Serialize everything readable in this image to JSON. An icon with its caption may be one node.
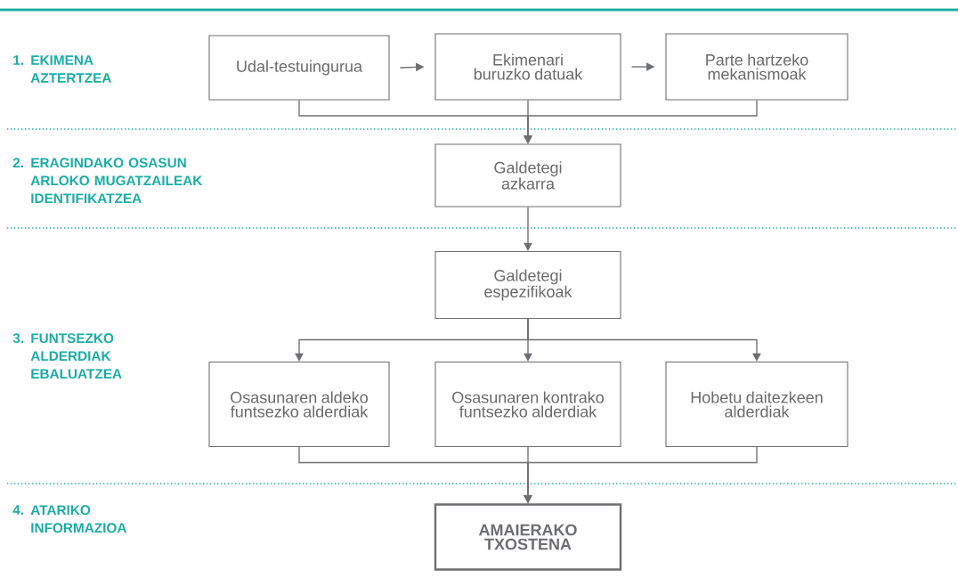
{
  "diagram": {
    "nodes": [
      {
        "text": [
          "Udal-testuingurua"
        ]
      },
      {
        "text": [
          "Ekimenari buruzko datuak"
        ]
      },
      {
        "text": [
          "Parte hartzeko mekanismoak"
        ]
      },
      {
        "text": [
          "Galdetegi azkarra"
        ]
      },
      {
        "text": [
          "Galdetegi espezifikoak"
        ]
      },
      {
        "text": [
          "Osasunaren aldeko funtsezko alderdiak"
        ]
      },
      {
        "text": [
          "Osasunaren kontrako funtsezko alderdiak"
        ]
      },
      {
        "text": [
          "Hobetu daitezkeen alderdiak"
        ]
      },
      {
        "text": [
          "AMAIERAKO TXOSTENA"
        ]
      }
    ],
    "edges": [
      {
        "from": 0,
        "to": 1,
        "arrow": "to"
      },
      {
        "from": 1,
        "to": 2,
        "arrow": "to"
      },
      {
        "from": 0,
        "to": 3,
        "arrow": "to"
      },
      {
        "from": 1,
        "to": 3,
        "arrow": "to"
      },
      {
        "from": 2,
        "to": 3,
        "arrow": "to"
      },
      {
        "from": 3,
        "to": 4,
        "arrow": "to"
      },
      {
        "from": 4,
        "to": 5,
        "arrow": "to"
      },
      {
        "from": 4,
        "to": 6,
        "arrow": "to"
      },
      {
        "from": 4,
        "to": 7,
        "arrow": "to"
      },
      {
        "from": 5,
        "to": 8,
        "arrow": "to"
      },
      {
        "from": 6,
        "to": 8,
        "arrow": "to"
      },
      {
        "from": 7,
        "to": 8,
        "arrow": "to"
      }
    ],
    "labels": [
      "1.",
      "EKIMENA AZTERTZEA",
      "2.",
      "ERAGINDAKO OSASUN ARLOKO MUGATZAILEAK IDENTIFIKATZEA",
      "3.",
      "FUNTSEZKO ALDERDIAK EBALUATZEA",
      "4.",
      "ATARIKO INFORMAZIOA"
    ]
  }
}
